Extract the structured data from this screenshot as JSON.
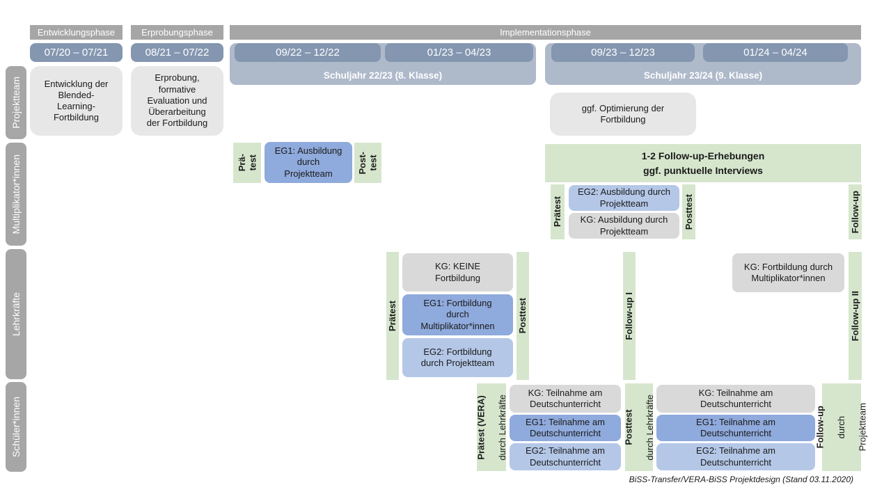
{
  "colors": {
    "header_gray": "#a6a6a6",
    "date_blue": "#8496b0",
    "band_blue": "#aeb9ca",
    "box_lightgray": "#e8e7e7",
    "green": "#d6e6cd",
    "eg1_blue": "#8faadc",
    "eg2_blue": "#b4c7e7",
    "kg_gray": "#d9d9d9"
  },
  "phases": {
    "entwicklung": "Entwicklungsphase",
    "erprobung": "Erprobungsphase",
    "implementation": "Implementationsphase"
  },
  "periods": {
    "p1": "07/20 – 07/21",
    "p2": "08/21 – 07/22",
    "p3": "09/22 – 12/22",
    "p4": "01/23 – 04/23",
    "p5": "09/23 – 12/23",
    "p6": "01/24 – 04/24"
  },
  "school_years": {
    "y1": "Schuljahr 22/23 (8. Klasse)",
    "y2": "Schuljahr 23/24 (9. Klasse)"
  },
  "row_labels": {
    "projektteam": "Projektteam",
    "multiplikatoren": "Multiplikator*innen",
    "lehrkraefte": "Lehrkräfte",
    "schueler": "Schüler*innen"
  },
  "projektteam_row": {
    "entwicklung": "Entwicklung der\nBlended-\nLearning-\nFortbildung",
    "erprobung": "Erprobung,\nformative\nEvaluation und\nÜberarbeitung\nder Fortbildung",
    "optimierung": "ggf. Optimierung der\nFortbildung"
  },
  "multiplikatoren_row": {
    "praetest1": "Prä-\ntest",
    "eg1": "EG1: Ausbildung\ndurch\nProjektteam",
    "posttest1": "Post-\ntest",
    "followup_box": "1-2 Follow-up-Erhebungen\nggf. punktuelle Interviews",
    "praetest2": "Prätest",
    "eg2": "EG2: Ausbildung durch\nProjektteam",
    "kg": "KG: Ausbildung durch\nProjektteam",
    "posttest2": "Posttest",
    "followup": "Follow-up"
  },
  "lehrkraefte_row": {
    "praetest": "Prätest",
    "kg": "KG: KEINE\nFortbildung",
    "eg1": "EG1: Fortbildung\ndurch\nMultiplikator*innen",
    "eg2": "EG2: Fortbildung\ndurch Projektteam",
    "posttest": "Posttest",
    "followup1": "Follow-up I",
    "kg2": "KG: Fortbildung durch\nMultiplikator*innen",
    "followup2": "Follow-up II"
  },
  "schueler_row": {
    "praetest_label": "Prätest (VERA)",
    "praetest_sub": "durch Lehrkräfte",
    "kg1": "KG: Teilnahme am\nDeutschunterricht",
    "eg1_1": "EG1: Teilnahme am\nDeutschunterricht",
    "eg2_1": "EG2: Teilnahme am\nDeutschunterricht",
    "posttest_label": "Posttest",
    "posttest_sub": "durch Lehrkräfte",
    "kg2": "KG: Teilnahme am\nDeutschunterricht",
    "eg1_2": "EG1: Teilnahme am\nDeutschunterricht",
    "eg2_2": "EG2: Teilnahme am\nDeutschunterricht",
    "followup_label": "Follow-up",
    "followup_sub1": "durch",
    "followup_sub2": "Projektteam"
  },
  "footer": "BiSS-Transfer/VERA-BiSS Projektdesign (Stand 03.11.2020)"
}
